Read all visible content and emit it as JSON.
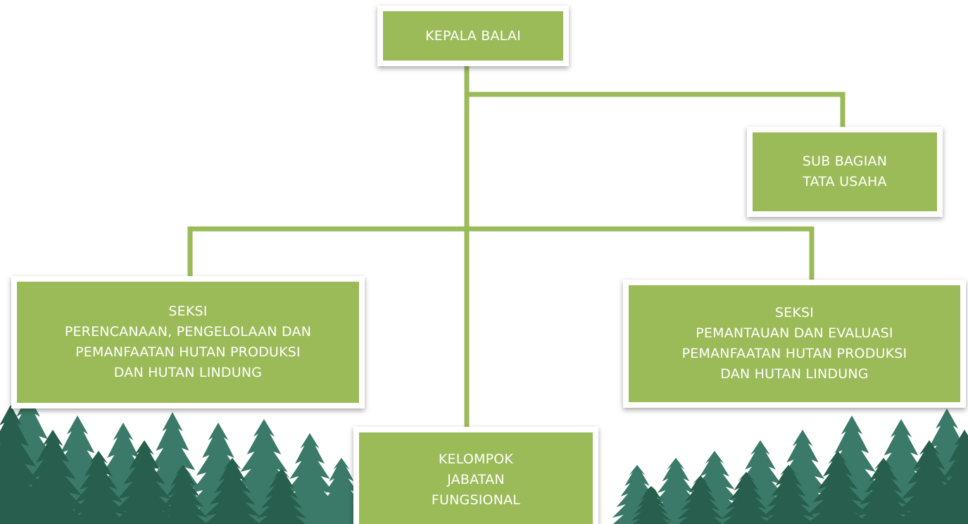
{
  "colors": {
    "box_fill": "#9bbb59",
    "box_border": "#ffffff",
    "connector": "#9bbb59",
    "text": "#ffffff",
    "forest_dark": "#275e4e",
    "forest_light": "#3b7a68"
  },
  "nodes": {
    "kepala": {
      "lines": [
        "KEPALA BALAI"
      ]
    },
    "subbag": {
      "lines": [
        "SUB BAGIAN",
        "TATA USAHA"
      ]
    },
    "seksi_left": {
      "lines": [
        "SEKSI",
        "PERENCANAAN, PENGELOLAAN DAN",
        "PEMANFAATAN HUTAN PRODUKSI",
        "DAN HUTAN LINDUNG"
      ]
    },
    "seksi_right": {
      "lines": [
        "SEKSI",
        "PEMANTAUAN DAN EVALUASI",
        "PEMANFAATAN HUTAN PRODUKSI",
        "DAN HUTAN LINDUNG"
      ]
    },
    "kelompok": {
      "lines": [
        "KELOMPOK",
        "JABATAN",
        "FUNGSIONAL"
      ]
    }
  },
  "decorations": {
    "background_icon": "pine-forest-silhouette"
  }
}
